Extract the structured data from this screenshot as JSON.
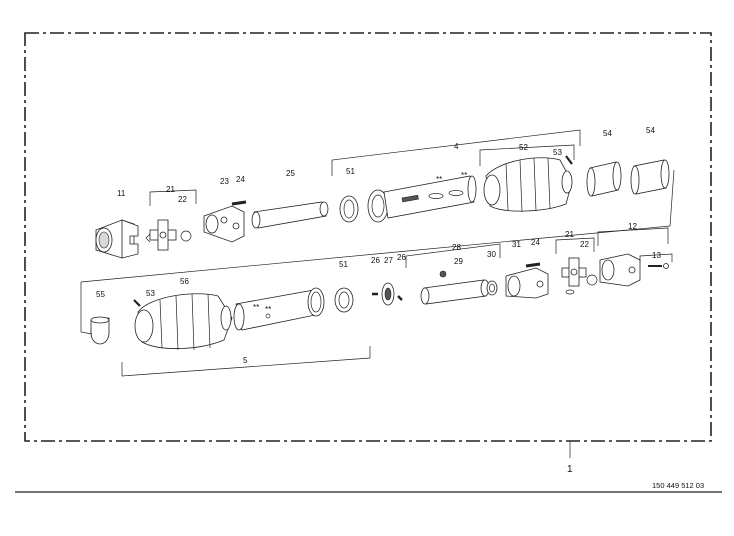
{
  "labels": {
    "p1": "1",
    "p4": "4",
    "p5": "5",
    "p11": "11",
    "p12": "12",
    "p13": "13",
    "p21a": "21",
    "p21b": "21",
    "p22a": "22",
    "p22b": "22",
    "p23": "23",
    "p24a": "24",
    "p24b": "24",
    "p25": "25",
    "p26a": "26",
    "p26b": "26",
    "p27": "27",
    "p28": "28",
    "p29": "29",
    "p30": "30",
    "p31": "31",
    "p51a": "51",
    "p51b": "51",
    "p52": "52",
    "p53a": "53",
    "p53b": "53",
    "p54a": "54",
    "p54b": "54",
    "p55": "55",
    "p56": "56"
  },
  "marks": {
    "star_a": "**",
    "star_b": "**",
    "star_c": "**",
    "star_d": "**"
  },
  "drawing_code": "150 449 512 03"
}
